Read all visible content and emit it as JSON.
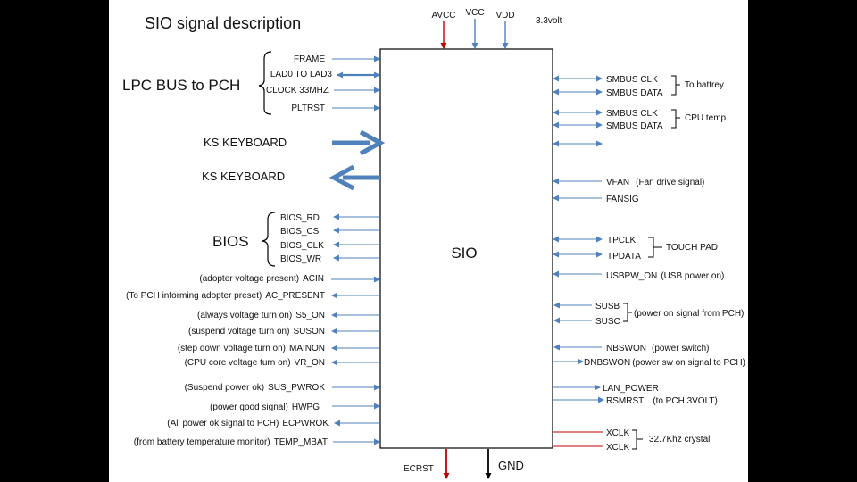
{
  "title": "SIO signal description",
  "chip": "SIO",
  "power": {
    "avcc": "AVCC",
    "vcc": "VCC",
    "vdd": "VDD",
    "voltage": "3.3volt"
  },
  "bottom": {
    "ecrst": "ECRST",
    "gnd": "GND"
  },
  "lpc": {
    "label": "LPC BUS to PCH",
    "signals": [
      "FRAME",
      "LAD0 TO LAD3",
      "CLOCK 33MHZ",
      "PLTRST"
    ]
  },
  "keyboard": {
    "in": "KS KEYBOARD",
    "out": "KS KEYBOARD"
  },
  "bios": {
    "label": "BIOS",
    "signals": [
      "BIOS_RD",
      "BIOS_CS",
      "BIOS_CLK",
      "BIOS_WR"
    ]
  },
  "left_signals": [
    {
      "desc": "(adopter voltage present)",
      "name": "ACIN"
    },
    {
      "desc": "(To PCH informing adopter preset)",
      "name": "AC_PRESENT"
    },
    {
      "desc": "(always voltage  turn on)",
      "name": "S5_ON"
    },
    {
      "desc": "(suspend voltage turn on)",
      "name": "SUSON"
    },
    {
      "desc": "(step down voltage turn on)",
      "name": "MAINON"
    },
    {
      "desc": "(CPU core voltage turn on)",
      "name": "VR_ON"
    },
    {
      "desc": "(Suspend power ok)",
      "name": "SUS_PWROK"
    },
    {
      "desc": "(power good signal)",
      "name": "HWPG"
    },
    {
      "desc": "(All power ok signal to PCH)",
      "name": "ECPWROK"
    },
    {
      "desc": "(from battery temperature monitor)",
      "name": "TEMP_MBAT"
    }
  ],
  "right": {
    "smbus_battery": {
      "signals": [
        "SMBUS CLK",
        "SMBUS DATA"
      ],
      "note": "To battrey"
    },
    "smbus_cpu": {
      "signals": [
        "SMBUS CLK",
        "SMBUS DATA"
      ],
      "note": "CPU temp"
    },
    "vfan": {
      "name": "VFAN",
      "note": "(Fan drive signal)"
    },
    "fansig": "FANSIG",
    "touchpad": {
      "signals": [
        "TPCLK",
        "TPDATA"
      ],
      "note": "TOUCH PAD"
    },
    "usbpw": {
      "name": "USBPW_ON",
      "note": "(USB power on)"
    },
    "sus": {
      "signals": [
        "SUSB",
        "SUSC"
      ],
      "note": "(power on signal from PCH)"
    },
    "nbswon": {
      "name": "NBSWON",
      "note": "(power switch)"
    },
    "dnbswon": {
      "name": "DNBSWON",
      "note": "(power sw on signal to PCH)"
    },
    "lan": "LAN_POWER",
    "rsmrst": {
      "name": "RSMRST",
      "note": "(to PCH 3VOLT)"
    },
    "xclk": {
      "signals": [
        "XCLK",
        "XCLK"
      ],
      "note": "32.7Khz crystal"
    }
  },
  "colors": {
    "wire": "#4f81bd",
    "red": "#c00000",
    "line": "#000000",
    "bg": "#ffffff"
  }
}
